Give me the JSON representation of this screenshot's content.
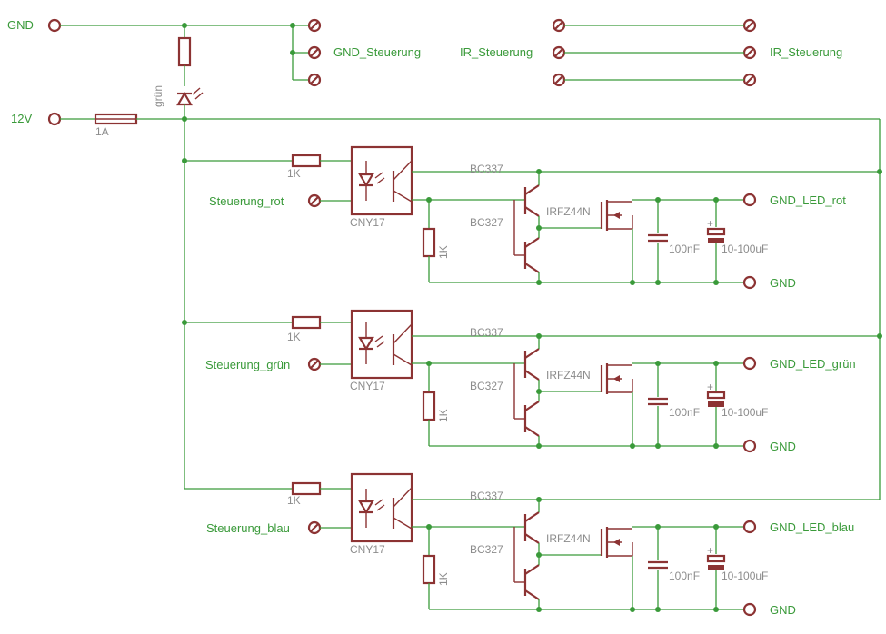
{
  "labels": {
    "gnd_terminal": "GND",
    "v12_terminal": "12V",
    "fuse": "1A",
    "power_led": "grün",
    "gnd_steuerung": "GND_Steuerung",
    "ir_steuerung_left": "IR_Steuerung",
    "ir_steuerung_right": "IR_Steuerung"
  },
  "channels": [
    {
      "input": "Steuerung_rot",
      "output": "GND_LED_rot",
      "gnd": "GND",
      "resistor_in": "1K",
      "resistor_base": "1K",
      "optocoupler": "CNY17",
      "npn": "BC337",
      "pnp": "BC327",
      "mosfet": "IRFZ44N",
      "cap_small": "100nF",
      "cap_elec": "10-100uF"
    },
    {
      "input": "Steuerung_grün",
      "output": "GND_LED_grün",
      "gnd": "GND",
      "resistor_in": "1K",
      "resistor_base": "1K",
      "optocoupler": "CNY17",
      "npn": "BC337",
      "pnp": "BC327",
      "mosfet": "IRFZ44N",
      "cap_small": "100nF",
      "cap_elec": "10-100uF"
    },
    {
      "input": "Steuerung_blau",
      "output": "GND_LED_blau",
      "gnd": "GND",
      "resistor_in": "1K",
      "resistor_base": "1K",
      "optocoupler": "CNY17",
      "npn": "BC337",
      "pnp": "BC327",
      "mosfet": "IRFZ44N",
      "cap_small": "100nF",
      "cap_elec": "10-100uF"
    }
  ]
}
